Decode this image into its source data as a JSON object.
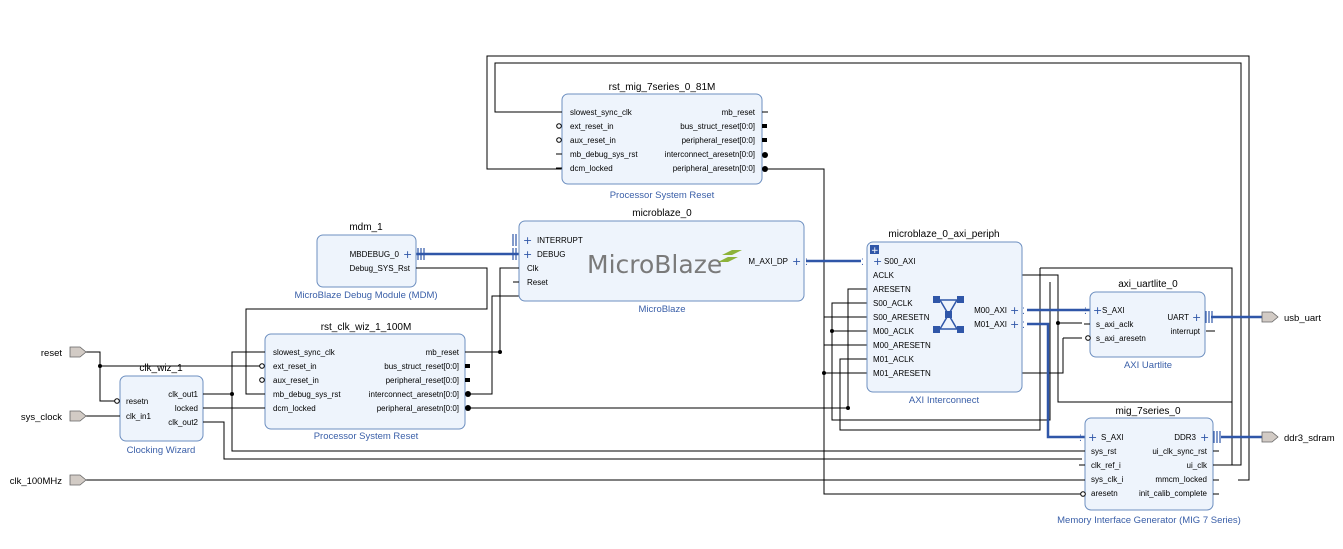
{
  "blocks": {
    "rst_mig": {
      "title": "rst_mig_7series_0_81M",
      "subtitle": "Processor System Reset",
      "inputs": [
        "slowest_sync_clk",
        "ext_reset_in",
        "aux_reset_in",
        "mb_debug_sys_rst",
        "dcm_locked"
      ],
      "outputs": [
        "mb_reset",
        "bus_struct_reset[0:0]",
        "peripheral_reset[0:0]",
        "interconnect_aresetn[0:0]",
        "peripheral_aresetn[0:0]"
      ]
    },
    "mdm": {
      "title": "mdm_1",
      "subtitle": "MicroBlaze Debug Module (MDM)",
      "outputs": [
        "MBDEBUG_0",
        "Debug_SYS_Rst"
      ]
    },
    "microblaze": {
      "title": "microblaze_0",
      "subtitle": "MicroBlaze",
      "logo": "MicroBlaze",
      "inputs": [
        "INTERRUPT",
        "DEBUG",
        "Clk",
        "Reset"
      ],
      "outputs": [
        "M_AXI_DP"
      ]
    },
    "rst_clk": {
      "title": "rst_clk_wiz_1_100M",
      "subtitle": "Processor System Reset",
      "inputs": [
        "slowest_sync_clk",
        "ext_reset_in",
        "aux_reset_in",
        "mb_debug_sys_rst",
        "dcm_locked"
      ],
      "outputs": [
        "mb_reset",
        "bus_struct_reset[0:0]",
        "peripheral_reset[0:0]",
        "interconnect_aresetn[0:0]",
        "peripheral_aresetn[0:0]"
      ]
    },
    "clk_wiz": {
      "title": "clk_wiz_1",
      "subtitle": "Clocking Wizard",
      "inputs": [
        "resetn",
        "clk_in1"
      ],
      "outputs": [
        "clk_out1",
        "locked",
        "clk_out2"
      ]
    },
    "axi_periph": {
      "title": "microblaze_0_axi_periph",
      "subtitle": "AXI Interconnect",
      "inputs": [
        "S00_AXI",
        "ACLK",
        "ARESETN",
        "S00_ACLK",
        "S00_ARESETN",
        "M00_ACLK",
        "M00_ARESETN",
        "M01_ACLK",
        "M01_ARESETN"
      ],
      "outputs": [
        "M00_AXI",
        "M01_AXI"
      ]
    },
    "uart": {
      "title": "axi_uartlite_0",
      "subtitle": "AXI Uartlite",
      "inputs": [
        "S_AXI",
        "s_axi_aclk",
        "s_axi_aresetn"
      ],
      "outputs": [
        "UART",
        "interrupt"
      ]
    },
    "mig": {
      "title": "mig_7series_0",
      "subtitle": "Memory Interface Generator (MIG 7 Series)",
      "inputs": [
        "S_AXI",
        "sys_rst",
        "clk_ref_i",
        "sys_clk_i",
        "aresetn"
      ],
      "outputs": [
        "DDR3",
        "ui_clk_sync_rst",
        "ui_clk",
        "mmcm_locked",
        "init_calib_complete"
      ]
    }
  },
  "ports": {
    "reset": "reset",
    "sys_clock": "sys_clock",
    "clk_100mhz": "clk_100MHz",
    "usb_uart": "usb_uart",
    "ddr3_sdram": "ddr3_sdram"
  },
  "colors": {
    "block_fill": "#eef4fc",
    "block_border": "#6d8fc0",
    "bus": "#2f56a8",
    "subtitle": "#3a5fa8"
  }
}
